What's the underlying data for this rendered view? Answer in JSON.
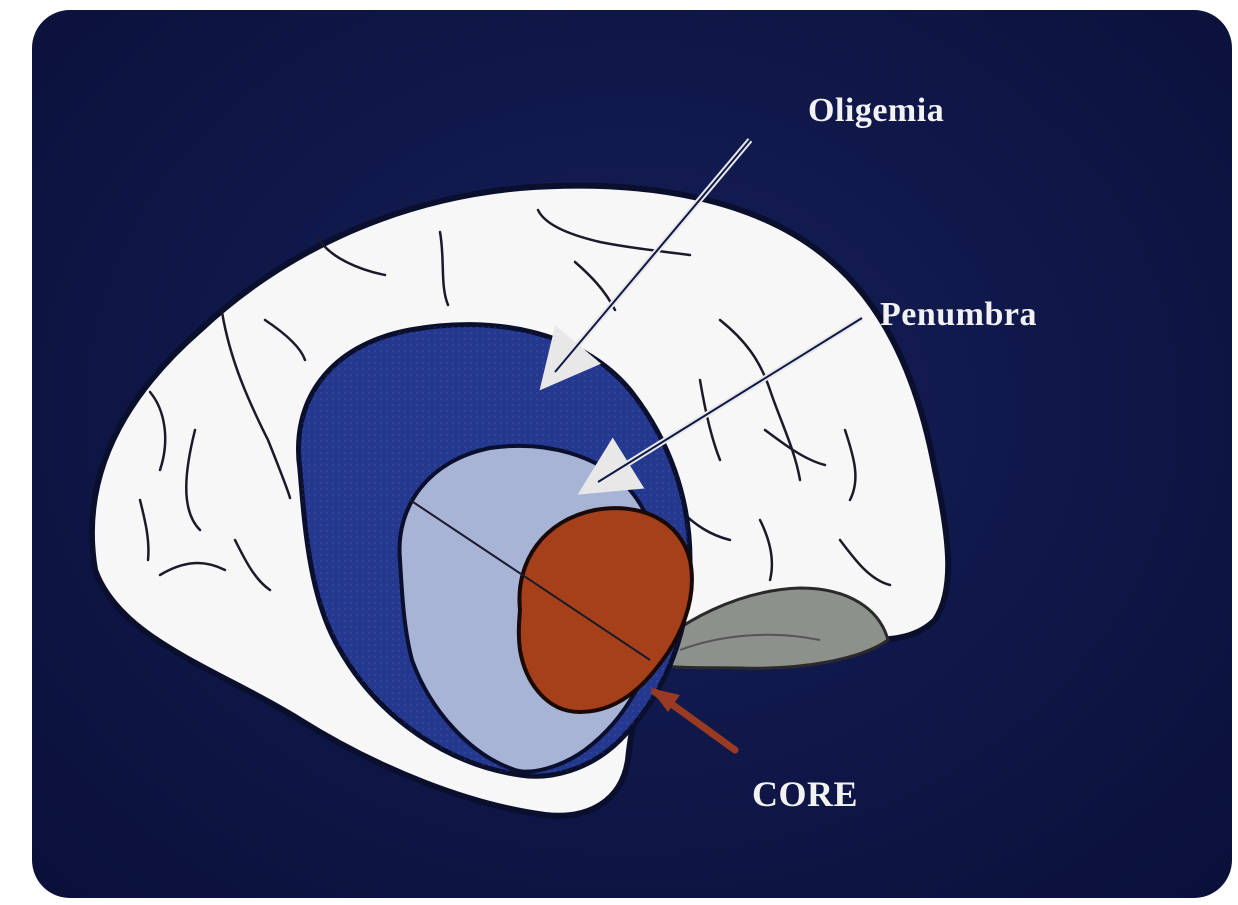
{
  "labels": {
    "oligemia": "Oligemia",
    "penumbra": "Penumbra",
    "core": "CORE"
  },
  "colors": {
    "background": "#0f1748",
    "brain": "#f7f7f7",
    "oligemia": "#24388f",
    "penumbra": "#a8b4d6",
    "core": "#a6401a",
    "cerebellum": "#8c918c",
    "arrows": "#e8e8e8",
    "core_arrow": "#9a3a22"
  }
}
